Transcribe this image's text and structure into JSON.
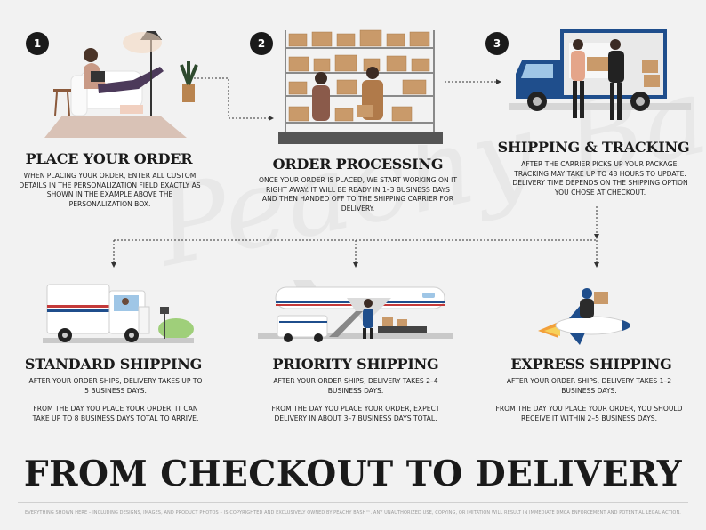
{
  "steps": [
    {
      "number": "1",
      "heading": "PLACE YOUR ORDER",
      "description": "WHEN PLACING YOUR ORDER, ENTER ALL CUSTOM DETAILS IN THE PERSONALIZATION FIELD EXACTLY AS SHOWN IN THE EXAMPLE ABOVE THE PERSONALIZATION BOX."
    },
    {
      "number": "2",
      "heading": "ORDER PROCESSING",
      "description": "ONCE YOUR ORDER IS PLACED, WE START WORKING ON IT RIGHT AWAY. IT WILL BE READY IN 1–3 BUSINESS DAYS AND THEN HANDED OFF TO THE SHIPPING CARRIER FOR DELIVERY."
    },
    {
      "number": "3",
      "heading": "SHIPPING & TRACKING",
      "description": "AFTER THE CARRIER PICKS UP YOUR PACKAGE, TRACKING MAY TAKE UP TO 48 HOURS TO UPDATE. DELIVERY TIME DEPENDS ON THE SHIPPING OPTION YOU CHOSE AT CHECKOUT."
    }
  ],
  "shipping_options": [
    {
      "heading": "STANDARD SHIPPING",
      "line1": "AFTER YOUR ORDER SHIPS, DELIVERY TAKES UP TO 5 BUSINESS DAYS.",
      "line2": "FROM THE DAY YOU PLACE YOUR ORDER, IT CAN TAKE UP TO 8 BUSINESS DAYS TOTAL TO ARRIVE."
    },
    {
      "heading": "PRIORITY SHIPPING",
      "line1": "AFTER YOUR ORDER SHIPS, DELIVERY TAKES 2–4 BUSINESS DAYS.",
      "line2": "FROM THE DAY YOU PLACE YOUR ORDER, EXPECT DELIVERY IN ABOUT 3–7 BUSINESS DAYS TOTAL."
    },
    {
      "heading": "EXPRESS SHIPPING",
      "line1": "AFTER YOUR ORDER SHIPS, DELIVERY TAKES 1–2 BUSINESS DAYS.",
      "line2": "FROM THE DAY YOU PLACE YOUR ORDER, YOU SHOULD RECEIVE IT WITHIN 2–5 BUSINESS DAYS."
    }
  ],
  "title": "FROM CHECKOUT TO DELIVERY",
  "footer": "EVERYTHING SHOWN HERE – INCLUDING DESIGNS, IMAGES, AND PRODUCT PHOTOS – IS COPYRIGHTED AND EXCLUSIVELY OWNED BY PEACHY BASH™. ANY UNAUTHORIZED USE, COPYING, OR IMITATION WILL RESULT IN IMMEDIATE DMCA ENFORCEMENT AND POTENTIAL LEGAL ACTION.",
  "watermark": "Peachy Bash",
  "colors": {
    "background": "#f2f2f2",
    "text": "#1a1a1a",
    "truck_blue": "#1f4e8c",
    "accent_peach": "#e9b48a"
  }
}
